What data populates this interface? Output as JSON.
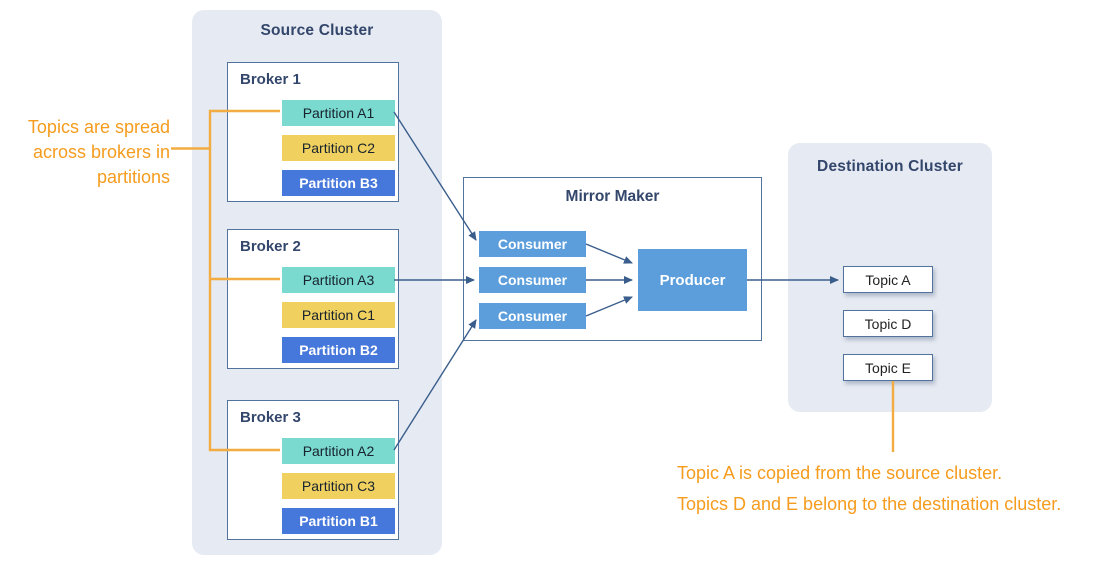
{
  "source_cluster": {
    "title": "Source Cluster",
    "brokers": [
      {
        "label": "Broker 1",
        "partitions": [
          {
            "label": "Partition A1",
            "color_name": "teal"
          },
          {
            "label": "Partition C2",
            "color_name": "yellow"
          },
          {
            "label": "Partition B3",
            "color_name": "blue"
          }
        ]
      },
      {
        "label": "Broker 2",
        "partitions": [
          {
            "label": "Partition A3",
            "color_name": "teal"
          },
          {
            "label": "Partition C1",
            "color_name": "yellow"
          },
          {
            "label": "Partition B2",
            "color_name": "blue"
          }
        ]
      },
      {
        "label": "Broker 3",
        "partitions": [
          {
            "label": "Partition A2",
            "color_name": "teal"
          },
          {
            "label": "Partition C3",
            "color_name": "yellow"
          },
          {
            "label": "Partition B1",
            "color_name": "blue"
          }
        ]
      }
    ]
  },
  "mirror_maker": {
    "title": "Mirror Maker",
    "consumers": [
      {
        "label": "Consumer"
      },
      {
        "label": "Consumer"
      },
      {
        "label": "Consumer"
      }
    ],
    "producer_label": "Producer"
  },
  "destination_cluster": {
    "title": "Destination Cluster",
    "topics": [
      {
        "label": "Topic A"
      },
      {
        "label": "Topic D"
      },
      {
        "label": "Topic E"
      }
    ]
  },
  "annotations": {
    "left": {
      "lines": [
        "Topics are spread",
        "across brokers in",
        "partitions"
      ]
    },
    "right": {
      "lines": [
        "Topic A is copied from the source cluster.",
        "Topics D and E belong to the destination cluster."
      ]
    }
  },
  "colors": {
    "panel_background": "#E6EAF2",
    "box_border_blue": "#51739D",
    "title_navy": "#33466B",
    "partition_teal": "#7BDACF",
    "partition_yellow": "#F0D15F",
    "partition_blue": "#4677DA",
    "process_box_blue": "#5C9EDB",
    "arrow_blue": "#3A5E8C",
    "annotation_orange_text": "#F59C1E",
    "connector_orange_line": "#F2AC41"
  }
}
